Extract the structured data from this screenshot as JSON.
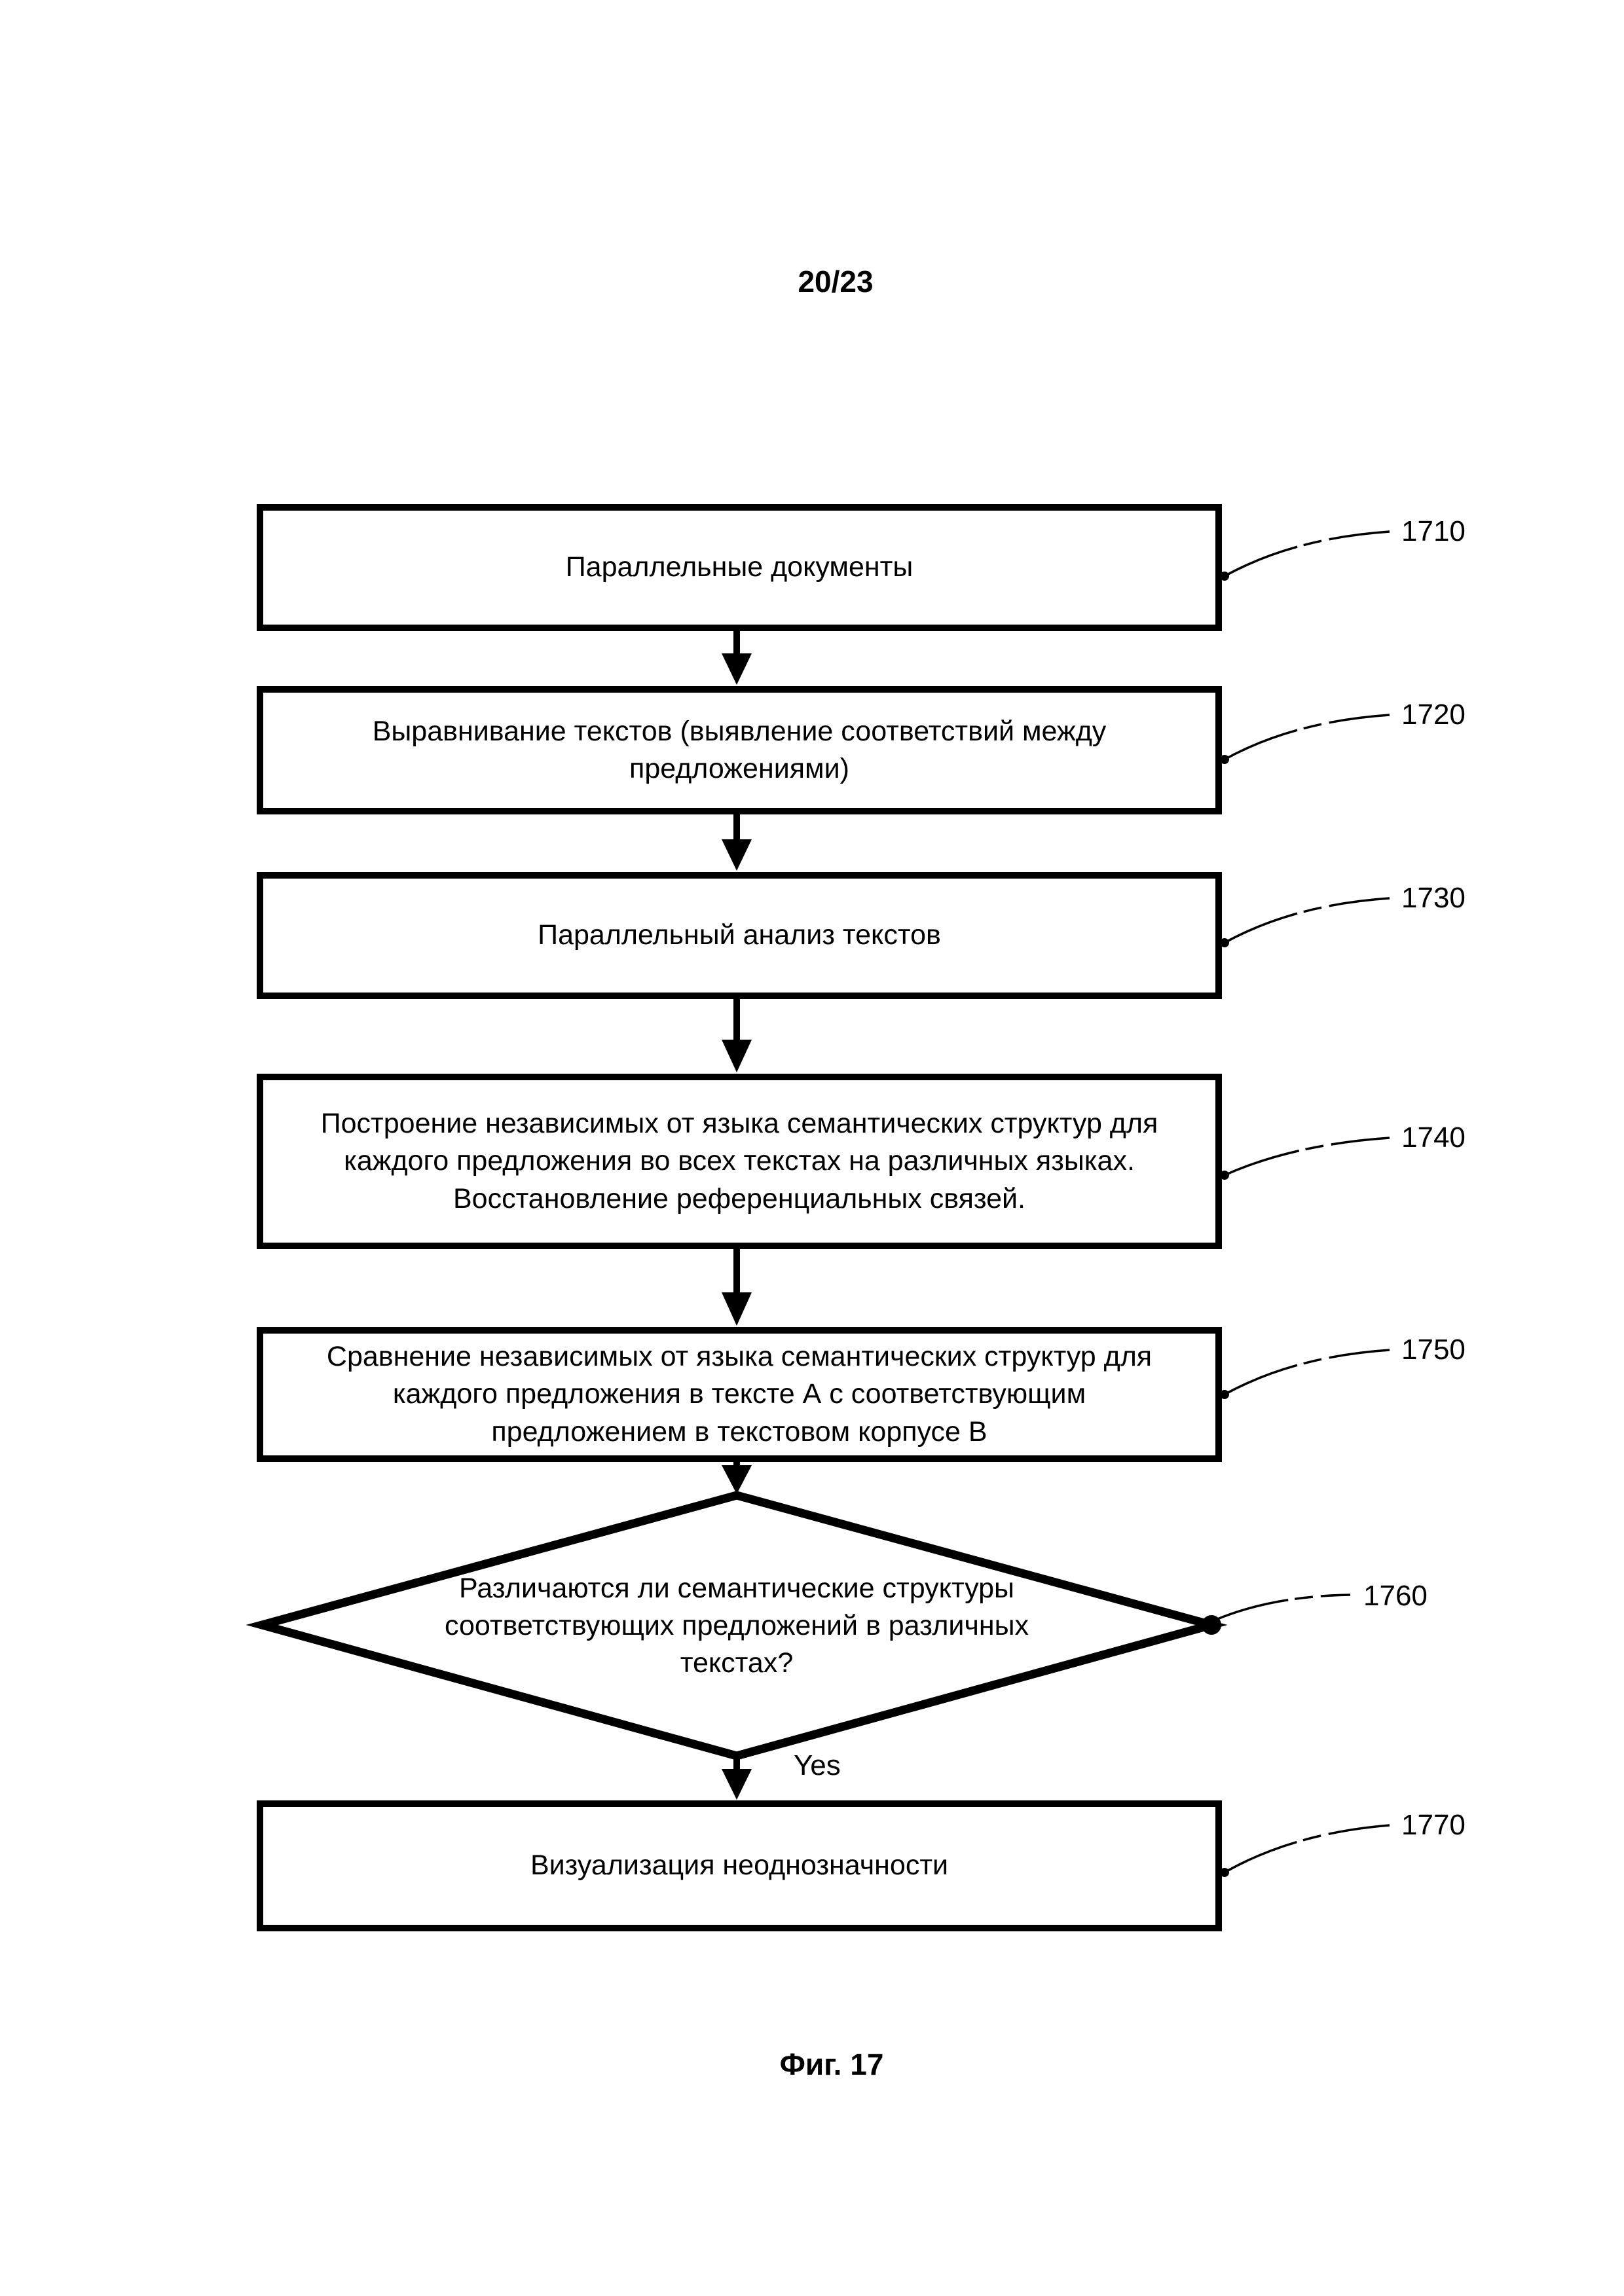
{
  "page": {
    "sheet_number": "20/23",
    "figure_caption": "Фиг. 17"
  },
  "flowchart": {
    "boxes": [
      {
        "ref": "1710",
        "shape": "process",
        "label": "Параллельные документы"
      },
      {
        "ref": "1720",
        "shape": "process",
        "label": "Выравнивание текстов (выявление соответствий между\nпредложениями)"
      },
      {
        "ref": "1730",
        "shape": "process",
        "label": "Параллельный анализ текстов"
      },
      {
        "ref": "1740",
        "shape": "process",
        "label": "Построение независимых от языка семантических структур для\nкаждого предложения во всех текстах на различных языках.\nВосстановление референциальных связей."
      },
      {
        "ref": "1750",
        "shape": "process",
        "label": "Сравнение независимых от языка семантических структур для\nкаждого предложения в тексте А с соответствующим\nпредложением в текстовом корпусе В"
      },
      {
        "ref": "1760",
        "shape": "decision",
        "label": "Различаются ли семантические структуры\nсоответствующих предложений в различных\nтекстах?"
      },
      {
        "ref": "1770",
        "shape": "process",
        "label": "Визуализация неоднозначности"
      }
    ],
    "edge_labels": {
      "yes": "Yes"
    }
  }
}
